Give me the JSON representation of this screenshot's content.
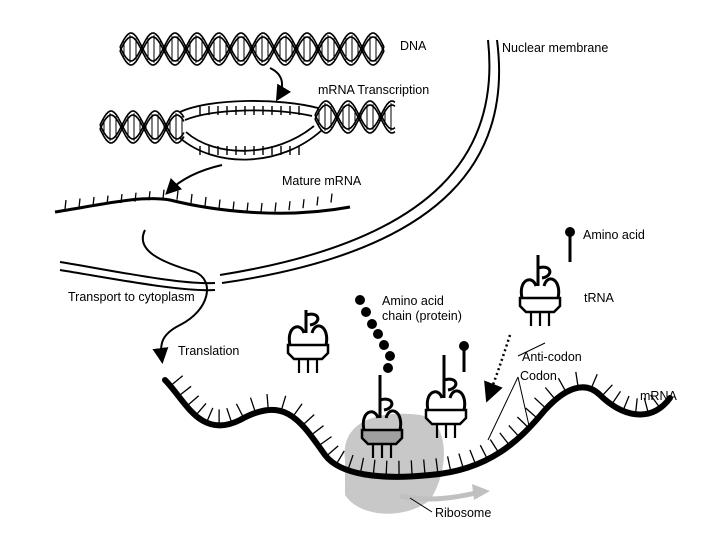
{
  "labels": {
    "dna": "DNA",
    "nuclear_membrane": "Nuclear membrane",
    "mrna_transcription": "mRNA Transcription",
    "mature_mrna": "Mature mRNA",
    "transport": "Transport to cytoplasm",
    "translation": "Translation",
    "amino_acid": "Amino acid",
    "amino_acid_chain_1": "Amino acid",
    "amino_acid_chain_2": "chain (protein)",
    "trna": "tRNA",
    "anti_codon": "Anti-codon",
    "codon": "Codon",
    "mrna": "mRNA",
    "ribosome": "Ribosome"
  }
}
